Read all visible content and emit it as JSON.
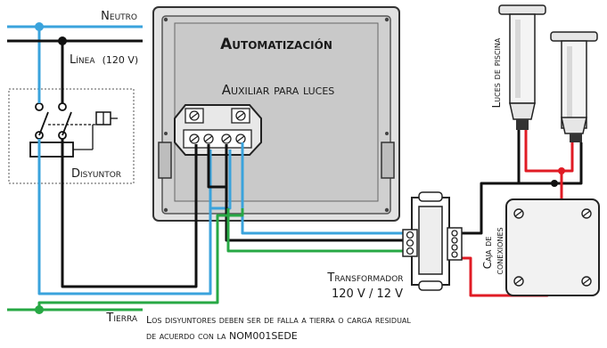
{
  "labels": {
    "neutro": "Neutro",
    "linea": "Línea",
    "linea_voltage": "(120 V)",
    "disyuntor": "Disyuntor",
    "tierra": "Tierra",
    "automatizacion": "Automatización",
    "auxiliar": "Auxiliar para luces",
    "transformador": "Transformador",
    "transformador_rating": "120 V / 12 V",
    "caja_line1": "Caja de",
    "caja_line2": "conexiones",
    "luces_piscina": "Luces de piscina",
    "note_line1": "Los disyuntores deben ser de falla a tierra o carga residual",
    "note_line2": "de acuerdo con la NOM001SEDE"
  },
  "colors": {
    "blue_wire": "#3aa3dc",
    "green_wire": "#27a844",
    "black_wire": "#111111",
    "red_wire": "#e01b24",
    "box_fill": "#d4d4d4",
    "panel_fill": "#c8c8c8"
  }
}
